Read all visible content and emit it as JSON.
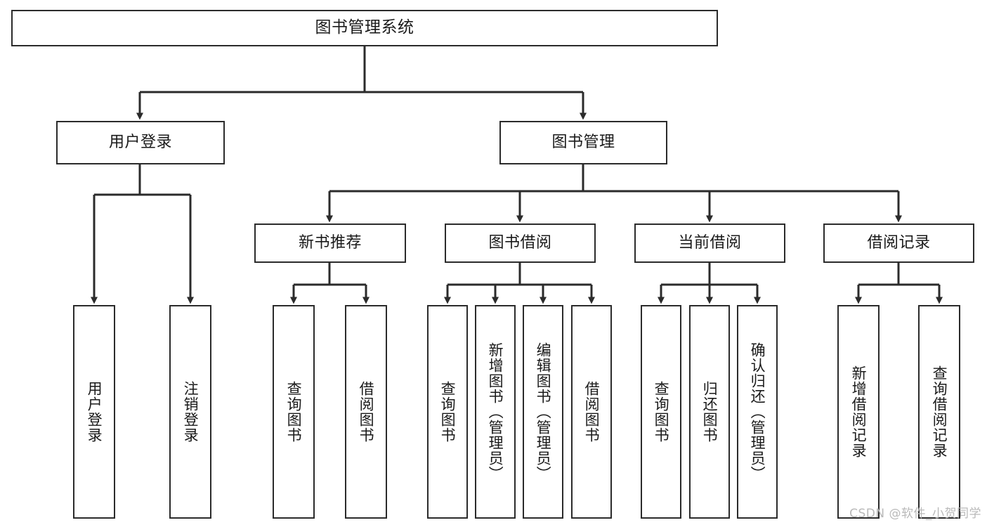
{
  "diagram": {
    "type": "tree",
    "title": "图书管理系统",
    "orientation": "top-down",
    "colors": {
      "background": "#ffffff",
      "node_border": "#2b2b2b",
      "node_fill": "#ffffff",
      "connector": "#2b2b2b",
      "text": "#1a1a1a",
      "watermark": "#b9b9b9"
    }
  },
  "watermark": {
    "text": "CSDN @软件_小贺同学"
  },
  "nodes": {
    "root": {
      "label": "图书管理系统"
    },
    "level2": [
      {
        "label": "用户登录"
      },
      {
        "label": "图书管理"
      }
    ],
    "level3": [
      {
        "label": "新书推荐"
      },
      {
        "label": "图书借阅"
      },
      {
        "label": "当前借阅"
      },
      {
        "label": "借阅记录"
      }
    ],
    "leaves": {
      "user_login": [
        {
          "label": "用户登录"
        },
        {
          "label": "注销登录"
        }
      ],
      "new_book_recommend": [
        {
          "label": "查询图书"
        },
        {
          "label": "借阅图书"
        }
      ],
      "book_borrow": [
        {
          "label": "查询图书"
        },
        {
          "label": "新增图书（管理员）"
        },
        {
          "label": "编辑图书（管理员）"
        },
        {
          "label": "借阅图书"
        }
      ],
      "current_borrow": [
        {
          "label": "查询图书"
        },
        {
          "label": "归还图书"
        },
        {
          "label": "确认归还（管理员）"
        }
      ],
      "borrow_record": [
        {
          "label": "新增借阅记录"
        },
        {
          "label": "查询借阅记录"
        }
      ]
    }
  }
}
